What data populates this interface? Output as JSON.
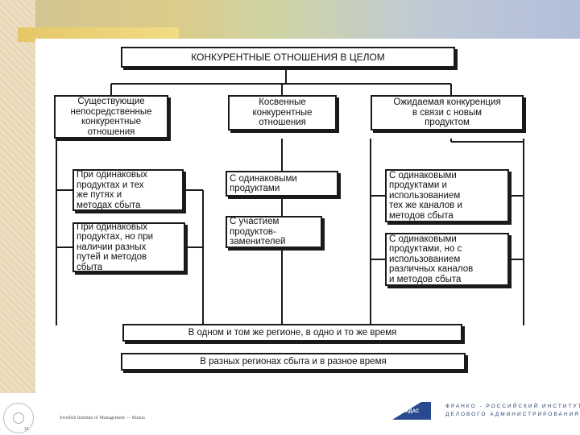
{
  "title": "КОНКУРЕНТНЫЕ ОТНОШЕНИЯ В ЦЕЛОМ",
  "categories": [
    {
      "label": "Существующие\nнепосредственные\nконкурентные\nотношения"
    },
    {
      "label": "Косвенные\nконкурентные\nотношения"
    },
    {
      "label": "Ожидаемая конкуренция\nв связи с новым\nпродуктом"
    }
  ],
  "left_items": [
    {
      "label": "При одинаковых\nпродуктах и тех\nже путях и\nметодах сбыта"
    },
    {
      "label": "При одинаковых\nпродуктах, но при\nналичии разных\nпутей и методов\nсбыта"
    }
  ],
  "middle_items": [
    {
      "label": "С одинаковыми\nпродуктами"
    },
    {
      "label": "С участием\nпродуктов-\nзаменителей"
    }
  ],
  "right_items": [
    {
      "label": "С одинаковыми\nпродуктами и\nиспользованием\nтех же каналов и\nметодов сбыта"
    },
    {
      "label": "С одинаковыми\nпродуктами, но с\nиспользованием\nразличных каналов\nи методов сбыта"
    }
  ],
  "bottom_bars": [
    {
      "label": "В одном и том же регионе, в одно и то же время"
    },
    {
      "label": "В разных регионах сбыта и в разное время"
    }
  ],
  "footer": {
    "institute_line1": "ФРАНКО - РОССИЙСКИЙ ИНСТИТУТ",
    "institute_line2": "ДЕЛОВОГО АДМИНИСТРИРОВАНИЯ",
    "logo_text": "ФРИДАС",
    "small_text": "Swedish Institute of Management — Russia",
    "page_marker": "15"
  },
  "colors": {
    "line": "#1a1a1a",
    "logo_blue": "#2a4a8f",
    "banner_accent": "#e5c768"
  }
}
